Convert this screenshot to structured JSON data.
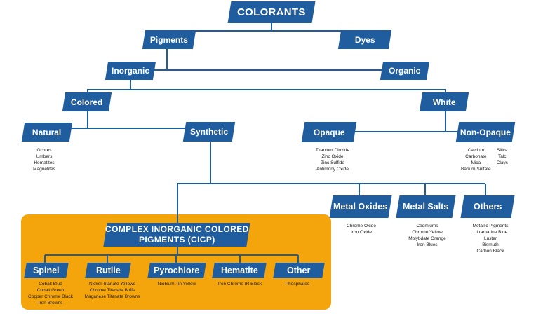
{
  "colors": {
    "node": "#1f5d9e",
    "line": "#1f5d9e",
    "panel": "#f5a50c",
    "text": "#1a1a1a"
  },
  "root": "COLORANTS",
  "level1": {
    "pigments": "Pigments",
    "dyes": "Dyes"
  },
  "level2": {
    "inorganic": "Inorganic",
    "organic": "Organic"
  },
  "level3": {
    "colored": "Colored",
    "white": "White"
  },
  "level4": {
    "natural": "Natural",
    "synthetic": "Synthetic",
    "opaque": "Opaque",
    "non_opaque": "Non-Opaque"
  },
  "natural_examples": [
    "Ochres",
    "Umbers",
    "Hematites",
    "Magnetites"
  ],
  "opaque_examples": [
    "Titanium Dioxide",
    "Zinc Oxide",
    "Zinc Sulfide",
    "Antimony Oxide"
  ],
  "non_opaque_examples_a": [
    "Calcium",
    "Carbonate",
    "Mica",
    "Barium Sulfate"
  ],
  "non_opaque_examples_b": [
    "Silica",
    "Talc",
    "Clays"
  ],
  "synthetic_children": {
    "metal_oxides": "Metal Oxides",
    "metal_salts": "Metal Salts",
    "others": "Others"
  },
  "metal_oxides_examples": [
    "Chrome Oxide",
    "Iron Oxide"
  ],
  "metal_salts_examples": [
    "Cadmiums",
    "Chrome Yellow",
    "Molybdate Orange",
    "Iron Blues"
  ],
  "others_examples": [
    "Metallic Pigments",
    "Ultramarine Blue",
    "Luster",
    "Bismuth",
    "Carbon Black"
  ],
  "cicp": {
    "line1": "COMPLEX INORGANIC COLORED",
    "line2": "PIGMENTS (CICP)"
  },
  "cicp_children": {
    "spinel": "Spinel",
    "rutile": "Rutile",
    "pyrochlore": "Pyrochlore",
    "hematite": "Hematite",
    "other": "Other"
  },
  "spinel_examples": [
    "Cobalt Blue",
    "Cobalt Green",
    "Copper Chrome Black",
    "Iron Browns"
  ],
  "rutile_examples": [
    "Nickel Titanate Yellows",
    "Chrome Titanate Buffs",
    "Maganese Titanate Browns"
  ],
  "pyrochlore_examples": [
    "Niobium Tin Yellow"
  ],
  "hematite_examples": [
    "Iron Chrome IR Black"
  ],
  "other_examples": [
    "Phosphates"
  ]
}
